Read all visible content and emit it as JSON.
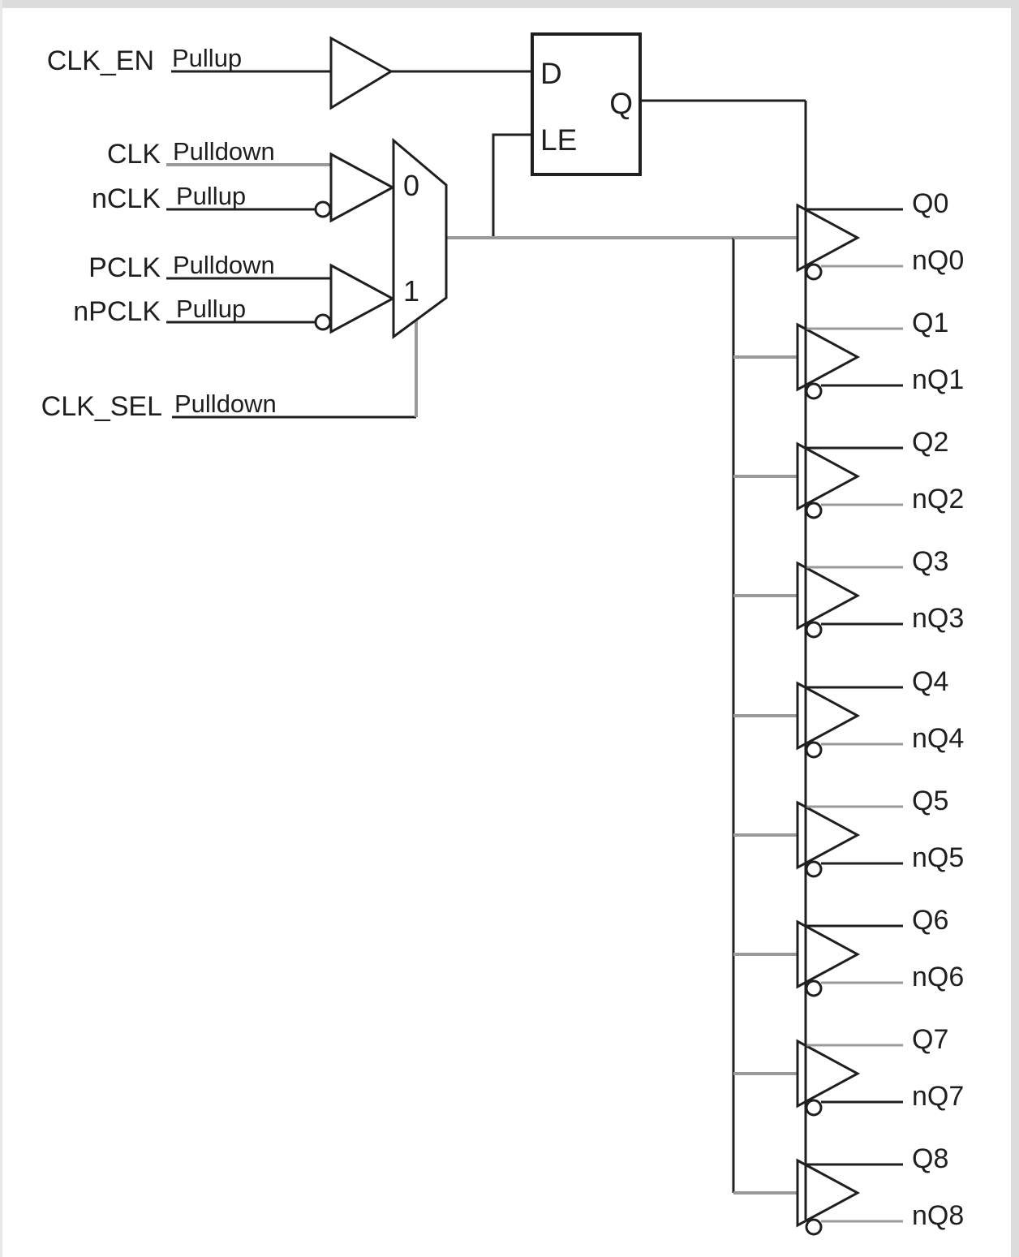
{
  "colors": {
    "wire": "#1f1f1f",
    "wire_gray": "#9a9a9a",
    "shape_fill": "#ffffff",
    "edge_strip": "#dcdcdc"
  },
  "inputs": [
    {
      "label": "CLK_EN",
      "annotation": "Pullup"
    },
    {
      "label": "CLK",
      "annotation": "Pulldown"
    },
    {
      "label": "nCLK",
      "annotation": "Pullup"
    },
    {
      "label": "PCLK",
      "annotation": "Pulldown"
    },
    {
      "label": "nPCLK",
      "annotation": "Pullup"
    },
    {
      "label": "CLK_SEL",
      "annotation": "Pulldown"
    }
  ],
  "latch": {
    "d_label": "D",
    "le_label": "LE",
    "q_label": "Q"
  },
  "mux": {
    "input0_label": "0",
    "input1_label": "1"
  },
  "outputs": [
    {
      "q": "Q0",
      "nq": "nQ0"
    },
    {
      "q": "Q1",
      "nq": "nQ1"
    },
    {
      "q": "Q2",
      "nq": "nQ2"
    },
    {
      "q": "Q3",
      "nq": "nQ3"
    },
    {
      "q": "Q4",
      "nq": "nQ4"
    },
    {
      "q": "Q5",
      "nq": "nQ5"
    },
    {
      "q": "Q6",
      "nq": "nQ6"
    },
    {
      "q": "Q7",
      "nq": "nQ7"
    },
    {
      "q": "Q8",
      "nq": "nQ8"
    }
  ]
}
